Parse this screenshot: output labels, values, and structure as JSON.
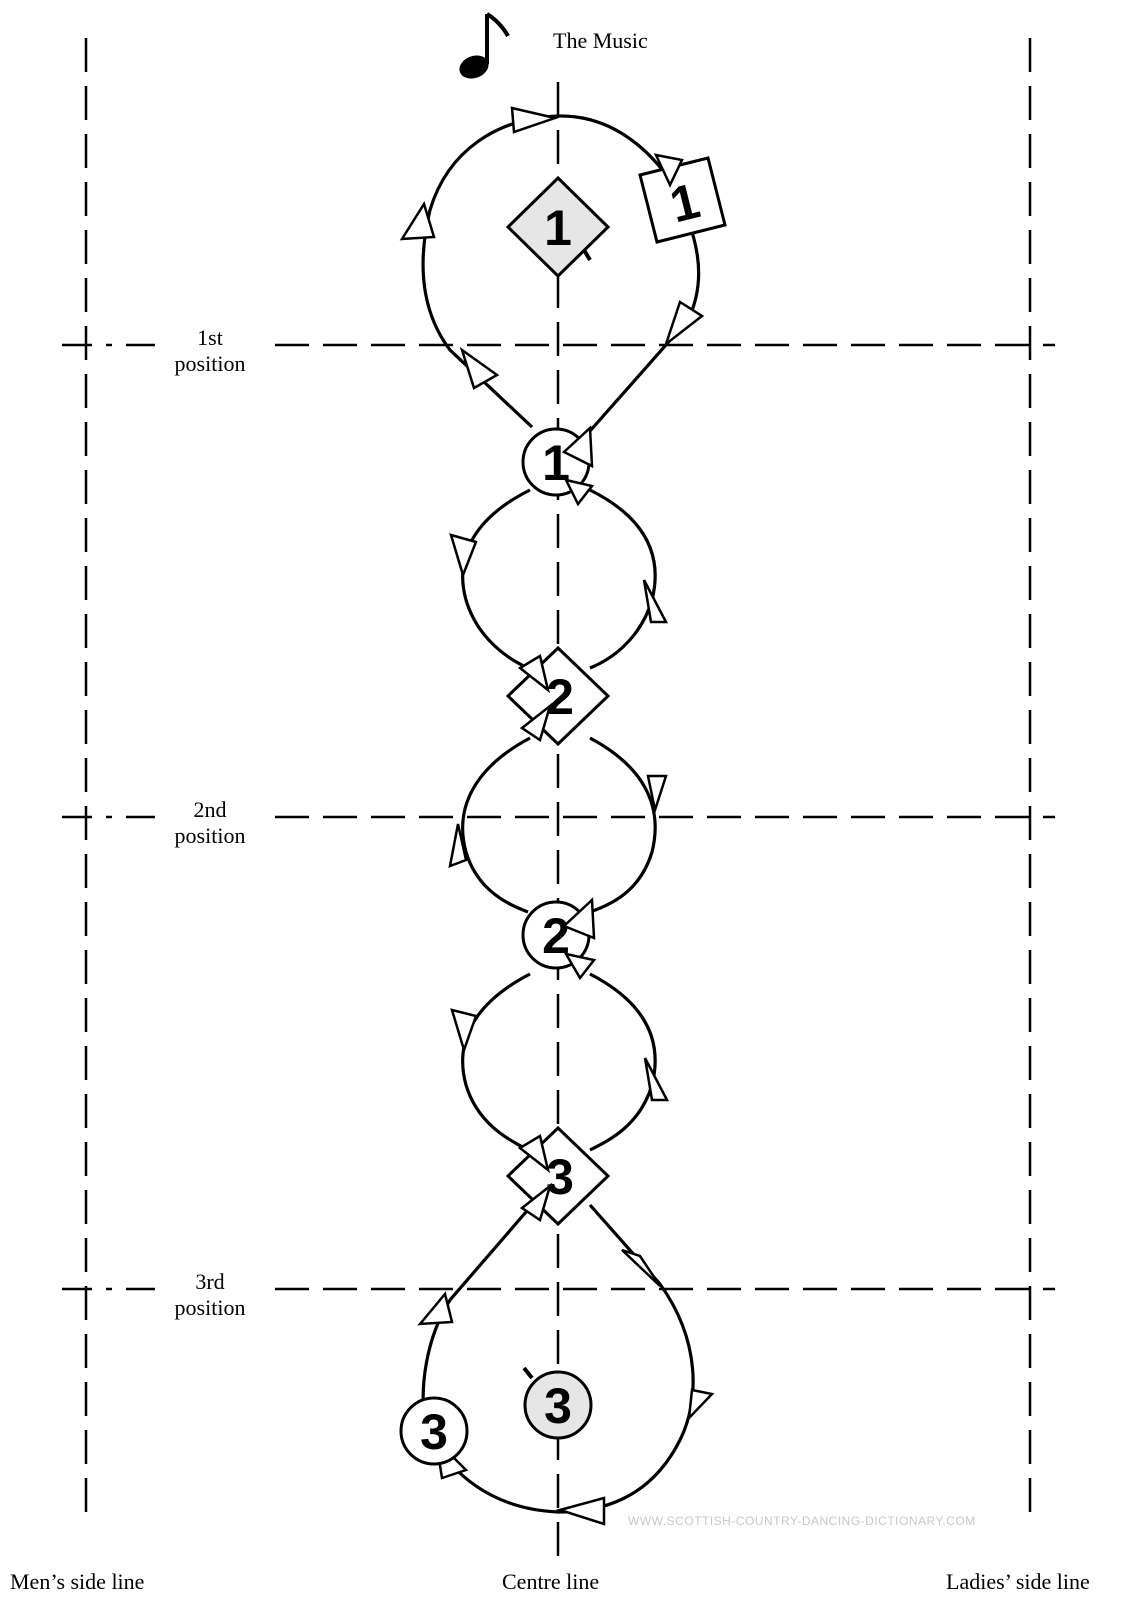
{
  "header": {
    "music_label": "The Music"
  },
  "positions": [
    "1st\nposition",
    "2nd\nposition",
    "3rd\nposition"
  ],
  "lines": {
    "mens_side": "Men’s side line",
    "centre": "Centre line",
    "ladies_side": "Ladies’ side line"
  },
  "dancers": {
    "man_1": "1",
    "woman_1_start": "1",
    "woman_1_end": "1",
    "man_2": "2",
    "woman_2": "2",
    "man_3": "3",
    "woman_3_start": "3",
    "woman_3_end": "3"
  },
  "watermark": "WWW.SCOTTISH-COUNTRY-DANCING-DICTIONARY.COM",
  "icons": {
    "music": "music-note-icon"
  }
}
